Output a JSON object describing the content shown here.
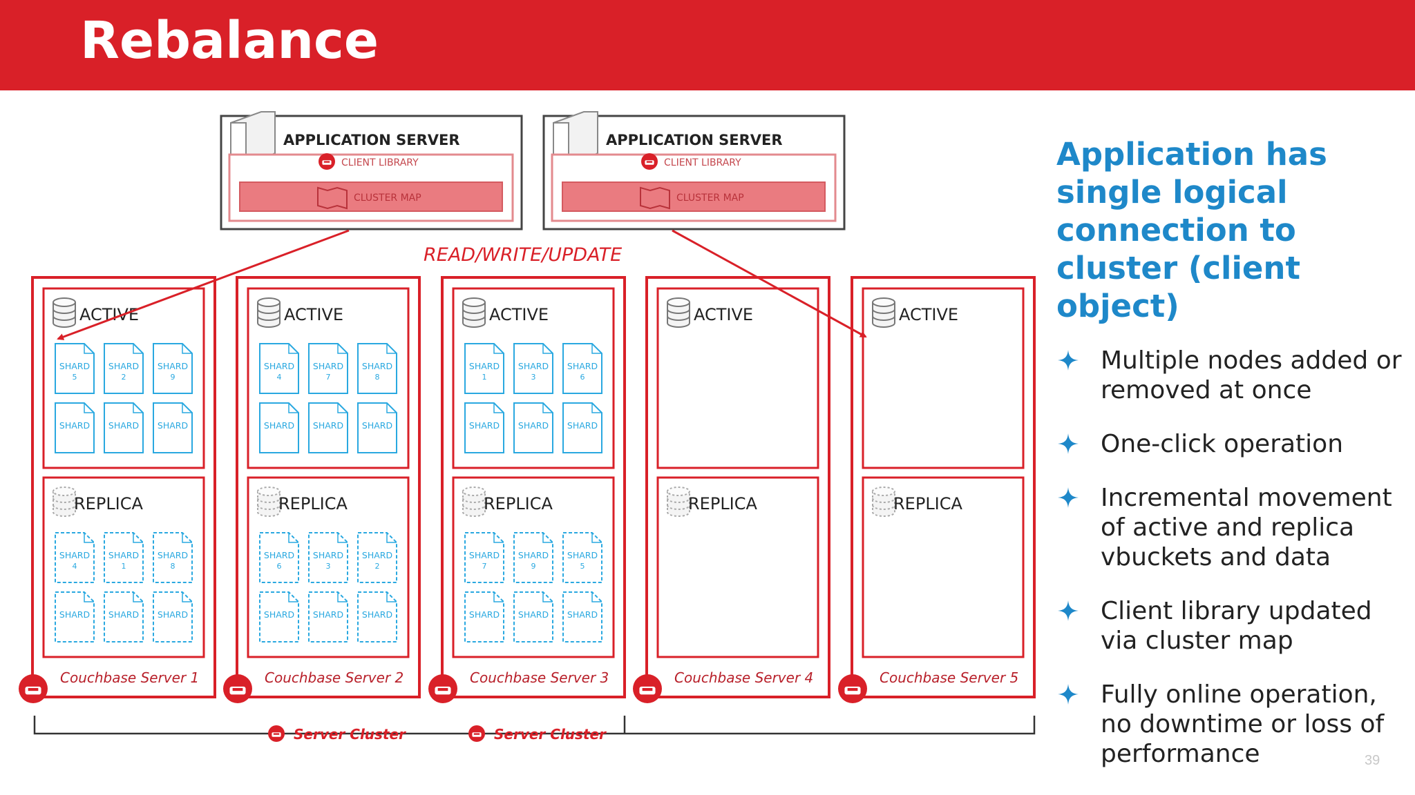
{
  "slide": {
    "title": "Rebalance",
    "page_number": "39"
  },
  "diagram": {
    "app_servers": [
      {
        "title": "APPLICATION SERVER",
        "client_library": "CLIENT LIBRARY",
        "cluster_map": "CLUSTER MAP"
      },
      {
        "title": "APPLICATION SERVER",
        "client_library": "CLIENT LIBRARY",
        "cluster_map": "CLUSTER MAP"
      }
    ],
    "connection_label": "READ/WRITE/UPDATE",
    "servers": [
      {
        "name": "Couchbase Server 1",
        "active_label": "ACTIVE",
        "replica_label": "REPLICA",
        "active_shards": [
          [
            "SHARD",
            "5"
          ],
          [
            "SHARD",
            "2"
          ],
          [
            "SHARD",
            "9"
          ],
          [
            "SHARD",
            ""
          ],
          [
            "SHARD",
            ""
          ],
          [
            "SHARD",
            ""
          ]
        ],
        "replica_shards": [
          [
            "SHARD",
            "4"
          ],
          [
            "SHARD",
            "1"
          ],
          [
            "SHARD",
            "8"
          ],
          [
            "SHARD",
            ""
          ],
          [
            "SHARD",
            ""
          ],
          [
            "SHARD",
            ""
          ]
        ]
      },
      {
        "name": "Couchbase Server 2",
        "active_label": "ACTIVE",
        "replica_label": "REPLICA",
        "active_shards": [
          [
            "SHARD",
            "4"
          ],
          [
            "SHARD",
            "7"
          ],
          [
            "SHARD",
            "8"
          ],
          [
            "SHARD",
            ""
          ],
          [
            "SHARD",
            ""
          ],
          [
            "SHARD",
            ""
          ]
        ],
        "replica_shards": [
          [
            "SHARD",
            "6"
          ],
          [
            "SHARD",
            "3"
          ],
          [
            "SHARD",
            "2"
          ],
          [
            "SHARD",
            ""
          ],
          [
            "SHARD",
            ""
          ],
          [
            "SHARD",
            ""
          ]
        ]
      },
      {
        "name": "Couchbase Server 3",
        "active_label": "ACTIVE",
        "replica_label": "REPLICA",
        "active_shards": [
          [
            "SHARD",
            "1"
          ],
          [
            "SHARD",
            "3"
          ],
          [
            "SHARD",
            "6"
          ],
          [
            "SHARD",
            ""
          ],
          [
            "SHARD",
            ""
          ],
          [
            "SHARD",
            ""
          ]
        ],
        "replica_shards": [
          [
            "SHARD",
            "7"
          ],
          [
            "SHARD",
            "9"
          ],
          [
            "SHARD",
            "5"
          ],
          [
            "SHARD",
            ""
          ],
          [
            "SHARD",
            ""
          ],
          [
            "SHARD",
            ""
          ]
        ]
      },
      {
        "name": "Couchbase Server 4",
        "active_label": "ACTIVE",
        "replica_label": "REPLICA",
        "active_shards": [],
        "replica_shards": []
      },
      {
        "name": "Couchbase Server 5",
        "active_label": "ACTIVE",
        "replica_label": "REPLICA",
        "active_shards": [],
        "replica_shards": []
      }
    ],
    "cluster_labels": [
      "Server Cluster",
      "Server Cluster"
    ]
  },
  "panel": {
    "heading": "Application has single logical connection to cluster (client object)",
    "bullets": [
      "Multiple nodes added or removed at once",
      "One-click operation",
      "Incremental movement of active and replica vbuckets and data",
      "Client library updated via cluster map",
      "Fully online operation, no downtime or loss of performance"
    ]
  },
  "colors": {
    "brand_red": "#d92028",
    "shard_blue": "#29a8e0",
    "heading_blue": "#1e88c9"
  },
  "icons": [
    "server-icon",
    "couchbase-logo-icon",
    "map-icon",
    "database-icon",
    "document-icon",
    "star-bullet-icon"
  ]
}
